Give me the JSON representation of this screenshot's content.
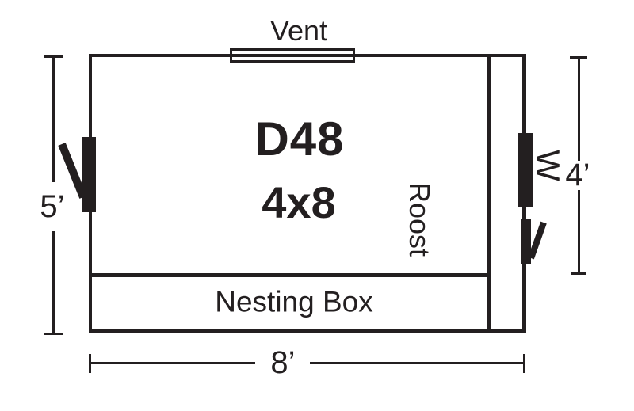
{
  "diagram": {
    "model": "D48",
    "footprint": "4x8",
    "labels": {
      "vent": "Vent",
      "roost": "Roost",
      "nesting_box": "Nesting Box",
      "window": "W"
    },
    "dimensions": {
      "left_height": "5’",
      "right_height": "4’",
      "bottom_width": "8’"
    },
    "colors": {
      "ink": "#231f20",
      "background": "#ffffff"
    }
  }
}
